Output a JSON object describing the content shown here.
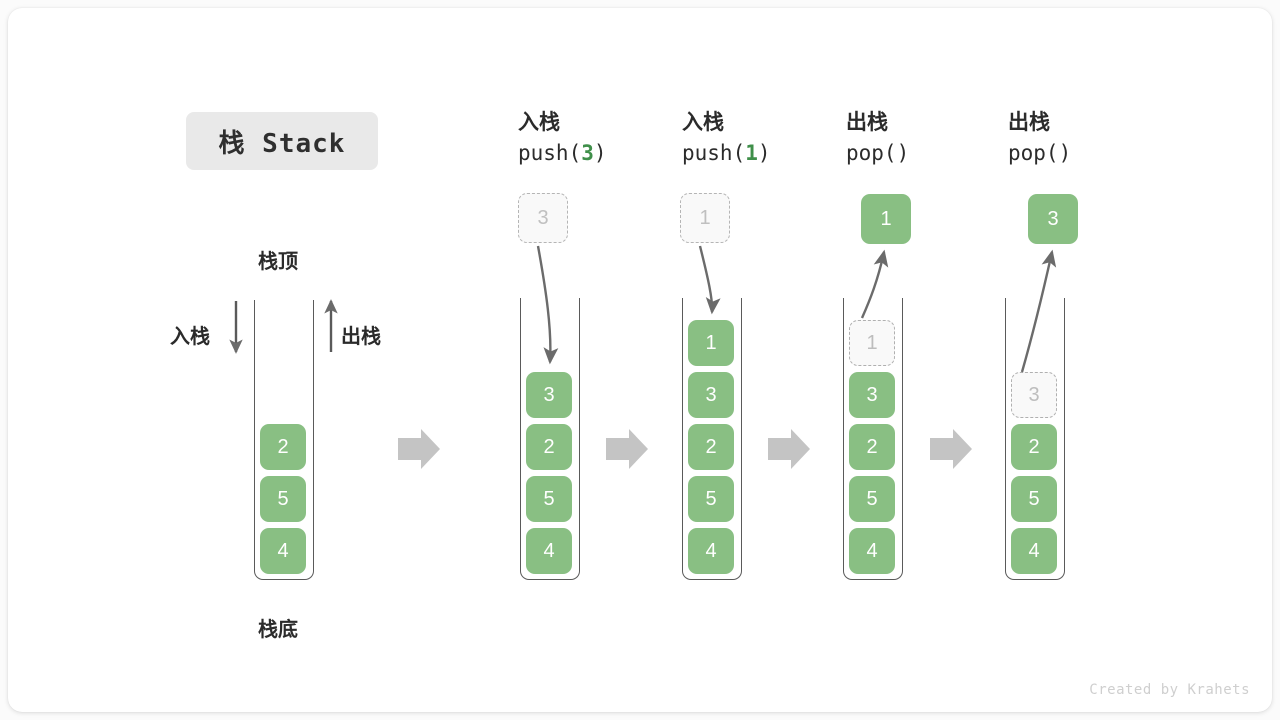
{
  "title_badge": "栈 Stack",
  "labels": {
    "top": "栈顶",
    "bottom": "栈底",
    "push": "入栈",
    "pop": "出栈"
  },
  "credit": "Created by Krahets",
  "colors": {
    "item_green": "#89bf83",
    "arrow_gray": "#6b6b6b",
    "block_arrow_gray": "#c4c4c4",
    "ghost_border": "#b0b0b0",
    "badge_bg": "#e9e9e9",
    "text_dark": "#2b2b2b",
    "code_accent": "#3f8f4a"
  },
  "steps": [
    {
      "id": "initial",
      "op_cn": "",
      "op_code": "",
      "op_arg": "",
      "floating": null,
      "stack": [
        {
          "value": "2",
          "state": "filled"
        },
        {
          "value": "5",
          "state": "filled"
        },
        {
          "value": "4",
          "state": "filled"
        }
      ]
    },
    {
      "id": "push-3",
      "op_cn": "入栈",
      "op_code_prefix": "push(",
      "op_arg": "3",
      "op_code_suffix": ")",
      "floating": {
        "value": "3",
        "state": "ghost"
      },
      "stack": [
        {
          "value": "3",
          "state": "filled"
        },
        {
          "value": "2",
          "state": "filled"
        },
        {
          "value": "5",
          "state": "filled"
        },
        {
          "value": "4",
          "state": "filled"
        }
      ]
    },
    {
      "id": "push-1",
      "op_cn": "入栈",
      "op_code_prefix": "push(",
      "op_arg": "1",
      "op_code_suffix": ")",
      "floating": {
        "value": "1",
        "state": "ghost"
      },
      "stack": [
        {
          "value": "1",
          "state": "filled"
        },
        {
          "value": "3",
          "state": "filled"
        },
        {
          "value": "2",
          "state": "filled"
        },
        {
          "value": "5",
          "state": "filled"
        },
        {
          "value": "4",
          "state": "filled"
        }
      ]
    },
    {
      "id": "pop-1",
      "op_cn": "出栈",
      "op_code_prefix": "pop(",
      "op_arg": "",
      "op_code_suffix": ")",
      "floating": {
        "value": "1",
        "state": "filled"
      },
      "stack": [
        {
          "value": "1",
          "state": "ghost"
        },
        {
          "value": "3",
          "state": "filled"
        },
        {
          "value": "2",
          "state": "filled"
        },
        {
          "value": "5",
          "state": "filled"
        },
        {
          "value": "4",
          "state": "filled"
        }
      ]
    },
    {
      "id": "pop-3",
      "op_cn": "出栈",
      "op_code_prefix": "pop(",
      "op_arg": "",
      "op_code_suffix": ")",
      "floating": {
        "value": "3",
        "state": "filled"
      },
      "stack": [
        {
          "value": "3",
          "state": "ghost"
        },
        {
          "value": "2",
          "state": "filled"
        },
        {
          "value": "5",
          "state": "filled"
        },
        {
          "value": "4",
          "state": "filled"
        }
      ]
    }
  ]
}
